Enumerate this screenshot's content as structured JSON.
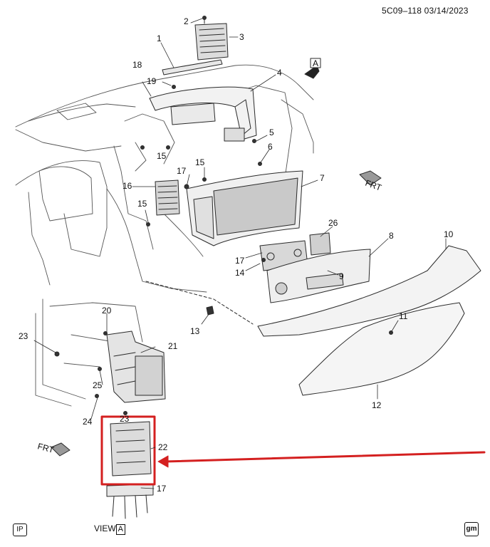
{
  "header": {
    "code": "5C09–118  03/14/2023"
  },
  "view": {
    "word": "VIEW",
    "letter": "A"
  },
  "view_arrow_letter": "A",
  "front_label": "FRT",
  "footer": {
    "left_badge": "IP",
    "right_badge": "gm"
  },
  "colors": {
    "highlight": "#d42020",
    "line": "#2a2a2a"
  },
  "icons": {
    "view_arrow": "down-arrow-icon",
    "front_arrow": "front-arrow-icon"
  },
  "callouts": [
    {
      "id": "c1",
      "text": "1"
    },
    {
      "id": "c2",
      "text": "2"
    },
    {
      "id": "c3",
      "text": "3"
    },
    {
      "id": "c4",
      "text": "4"
    },
    {
      "id": "c5",
      "text": "5"
    },
    {
      "id": "c6",
      "text": "6"
    },
    {
      "id": "c7",
      "text": "7"
    },
    {
      "id": "c8",
      "text": "8"
    },
    {
      "id": "c9",
      "text": "9"
    },
    {
      "id": "c10",
      "text": "10"
    },
    {
      "id": "c11",
      "text": "11"
    },
    {
      "id": "c12",
      "text": "12"
    },
    {
      "id": "c13",
      "text": "13"
    },
    {
      "id": "c14",
      "text": "14"
    },
    {
      "id": "c15a",
      "text": "15"
    },
    {
      "id": "c15b",
      "text": "15"
    },
    {
      "id": "c15c",
      "text": "15"
    },
    {
      "id": "c16",
      "text": "16"
    },
    {
      "id": "c17a",
      "text": "17"
    },
    {
      "id": "c17b",
      "text": "17"
    },
    {
      "id": "c17c",
      "text": "17"
    },
    {
      "id": "c18",
      "text": "18"
    },
    {
      "id": "c19",
      "text": "19"
    },
    {
      "id": "c20",
      "text": "20"
    },
    {
      "id": "c21",
      "text": "21"
    },
    {
      "id": "c22",
      "text": "22"
    },
    {
      "id": "c23a",
      "text": "23"
    },
    {
      "id": "c23b",
      "text": "23"
    },
    {
      "id": "c24",
      "text": "24"
    },
    {
      "id": "c25",
      "text": "25"
    },
    {
      "id": "c26",
      "text": "26"
    }
  ]
}
